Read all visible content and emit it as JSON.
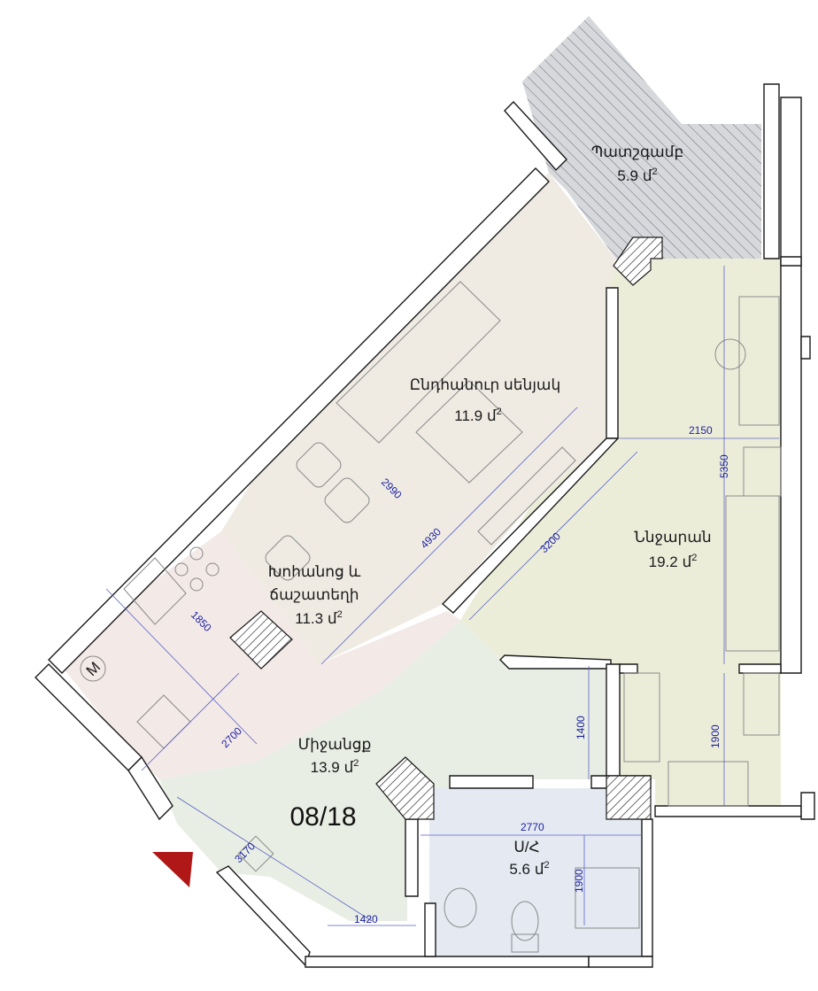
{
  "unit_number": "08/18",
  "rooms": [
    {
      "id": "balcony",
      "name": "Պատշգամբ",
      "area": "5.9 մ",
      "sup": "2"
    },
    {
      "id": "living",
      "name": "Ընդհանուր սենյակ",
      "area": "11.9 մ",
      "sup": "2"
    },
    {
      "id": "bedroom",
      "name": "Ննջարան",
      "area": "19.2 մ",
      "sup": "2"
    },
    {
      "id": "kitchen",
      "name_line1": "Խոհանոց և",
      "name_line2": "ճաշատեղի",
      "area": "11.3 մ",
      "sup": "2"
    },
    {
      "id": "hallway",
      "name": "Միջանցք",
      "area": "13.9 մ",
      "sup": "2"
    },
    {
      "id": "bathroom",
      "name": "Ս/Հ",
      "area": "5.6 մ",
      "sup": "2"
    }
  ],
  "dimensions": {
    "d2150": "2150",
    "d5350": "5350",
    "d2990": "2990",
    "d4930": "4930",
    "d3200": "3200",
    "d1850": "1850",
    "d1400": "1400",
    "d1900a": "1900",
    "d2700": "2700",
    "d2770": "2770",
    "d1900b": "1900",
    "d3170": "3170",
    "d1420": "1420"
  },
  "washer_symbol": "M",
  "colors": {
    "living_fill": "#efebe3",
    "kitchen_fill": "#f3e9e7",
    "bedroom_fill": "#ecedd9",
    "hallway_fill": "#e9eee4",
    "bathroom_fill": "#e4e9f2",
    "balcony_fill": "#d6d8dc",
    "entrance_marker": "#b01818",
    "dimension_text": "#1a1fa0"
  }
}
